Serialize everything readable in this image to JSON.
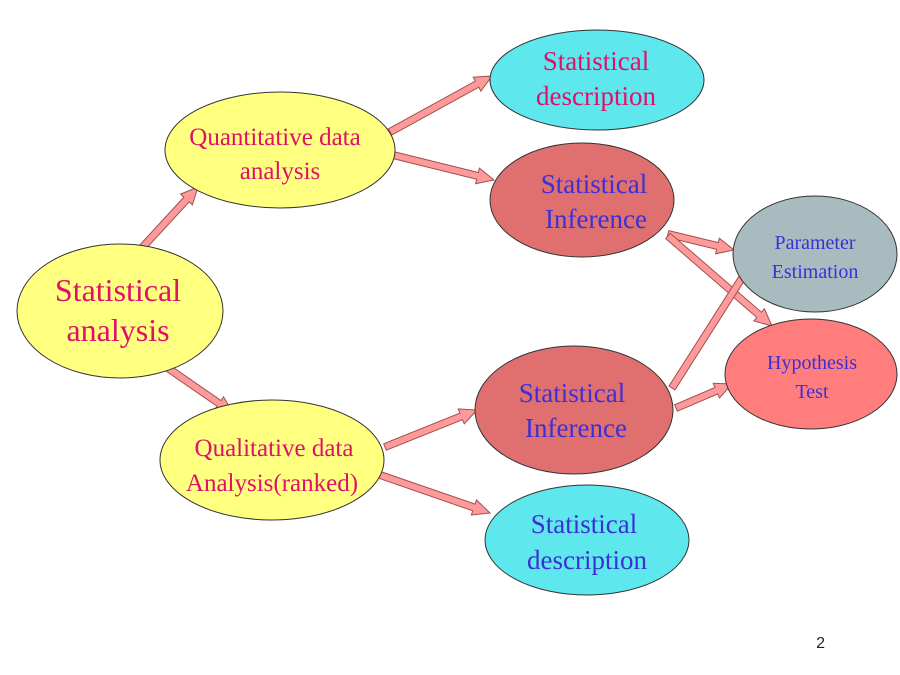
{
  "nodes": {
    "statistical_analysis": {
      "line1": "Statistical",
      "line2": "analysis"
    },
    "quantitative": {
      "line1": "Quantitative data",
      "line2": "analysis"
    },
    "qualitative": {
      "line1": "Qualitative data",
      "line2": "Analysis(ranked)"
    },
    "desc_top": {
      "line1": "Statistical",
      "line2": "description"
    },
    "infer_top": {
      "line1": "Statistical",
      "line2": "Inference"
    },
    "infer_bottom": {
      "line1": "Statistical",
      "line2": "Inference"
    },
    "desc_bottom": {
      "line1": "Statistical",
      "line2": "description"
    },
    "parameter": {
      "line1": "Parameter",
      "line2": "Estimation"
    },
    "hypothesis": {
      "line1": "Hypothesis",
      "line2": "Test"
    }
  },
  "page_number": "2",
  "colors": {
    "yellow": "#ffff80",
    "cyan": "#5ee8ee",
    "red": "#e07070",
    "gray": "#a8bcc0",
    "salmon": "#ff7d7d",
    "magenta_text": "#e0106a",
    "blue_text": "#3b2fd6",
    "arrow_fill": "#ff9a9a",
    "arrow_stroke": "#a05050"
  }
}
